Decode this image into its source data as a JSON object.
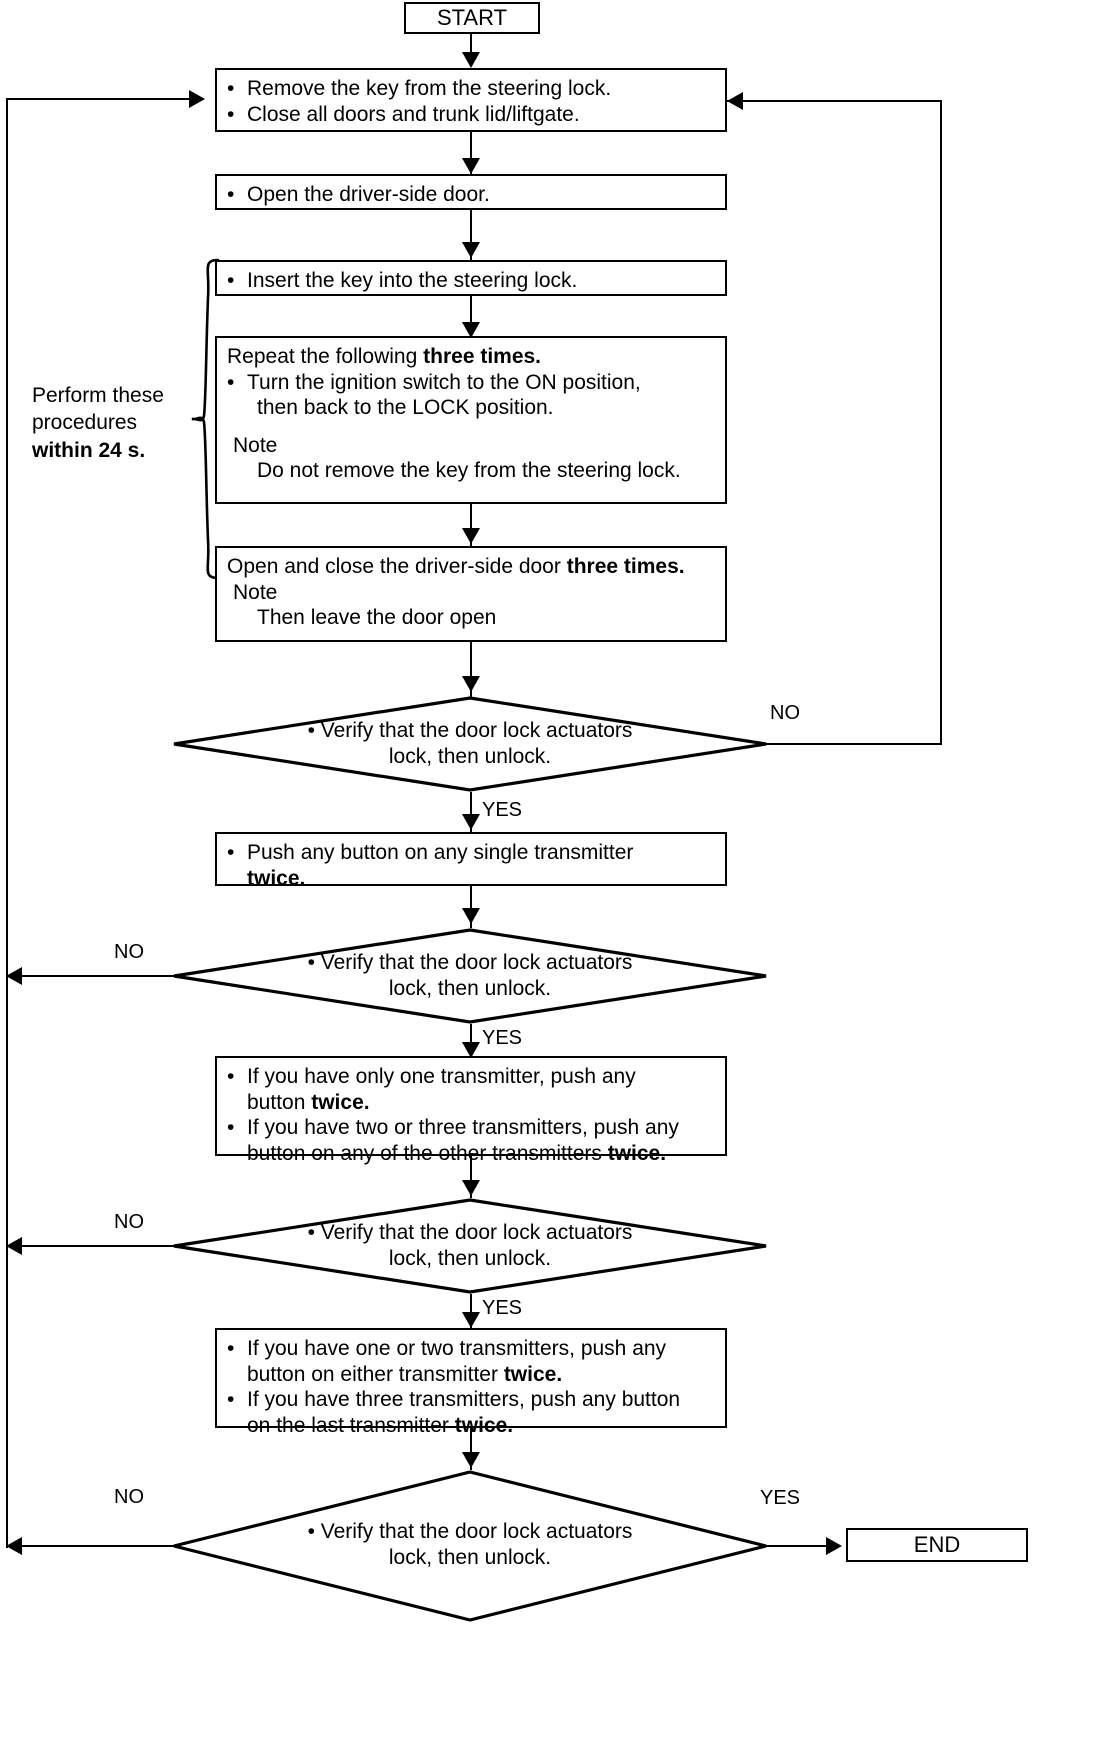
{
  "diagram": {
    "title_start": "START",
    "title_end": "END",
    "brace_note": {
      "line1": "Perform these",
      "line2": "procedures",
      "line3_bold": "within 24 s."
    },
    "nodes": {
      "start": {
        "label": "START"
      },
      "step1": {
        "b1": "Remove the key from  the steering lock.",
        "b2": "Close all doors and trunk lid/liftgate."
      },
      "step2": {
        "b1": "Open the driver-side door."
      },
      "step3": {
        "b1": "Insert the key into the steering lock."
      },
      "step4": {
        "head_plain": "Repeat the following ",
        "head_bold": "three times.",
        "b1_line1": "Turn the ignition switch to the ON position,",
        "b1_line2": "then back to the LOCK position.",
        "note_label": "Note",
        "note_text": "Do not remove the key from the steering lock."
      },
      "step5": {
        "head_plain": "Open and close the driver-side door ",
        "head_bold": "three times.",
        "note_label": "Note",
        "note_text": "Then leave the door open"
      },
      "decision1": {
        "line1": "Verify that the door lock actuators",
        "line2": "lock, then unlock."
      },
      "step6": {
        "b1_line1": "Push any button on any single transmitter",
        "b1_line2_bold": "twice."
      },
      "decision2": {
        "line1": "Verify that the door lock actuators",
        "line2": "lock, then unlock."
      },
      "step7": {
        "b1_line1": "If you have only one transmitter, push any",
        "b1_line2_plain": "button ",
        "b1_line2_bold": "twice.",
        "b2_line1": "If you have two or three transmitters, push any",
        "b2_line2_plain": "button on any of the other transmitters ",
        "b2_line2_bold": "twice."
      },
      "decision3": {
        "line1": "Verify that the door lock actuators",
        "line2": "lock, then unlock."
      },
      "step8": {
        "b1_line1": "If you have one or two transmitters, push any",
        "b1_line2_plain": "button on either transmitter ",
        "b1_line2_bold": "twice.",
        "b2_line1": "If you have three transmitters, push any button",
        "b2_line2_plain": "on the last transmitter ",
        "b2_line2_bold": "twice."
      },
      "decision4": {
        "line1": "Verify that the door lock actuators",
        "line2": "lock, then unlock."
      },
      "end": {
        "label": "END"
      }
    },
    "edge_labels": {
      "d1_no": "NO",
      "d1_yes": "YES",
      "d2_no": "NO",
      "d2_yes": "YES",
      "d3_no": "NO",
      "d3_yes": "YES",
      "d4_no": "NO",
      "d4_yes": "YES"
    },
    "colors": {
      "stroke": "#000000",
      "background": "#ffffff",
      "text": "#000000"
    }
  }
}
